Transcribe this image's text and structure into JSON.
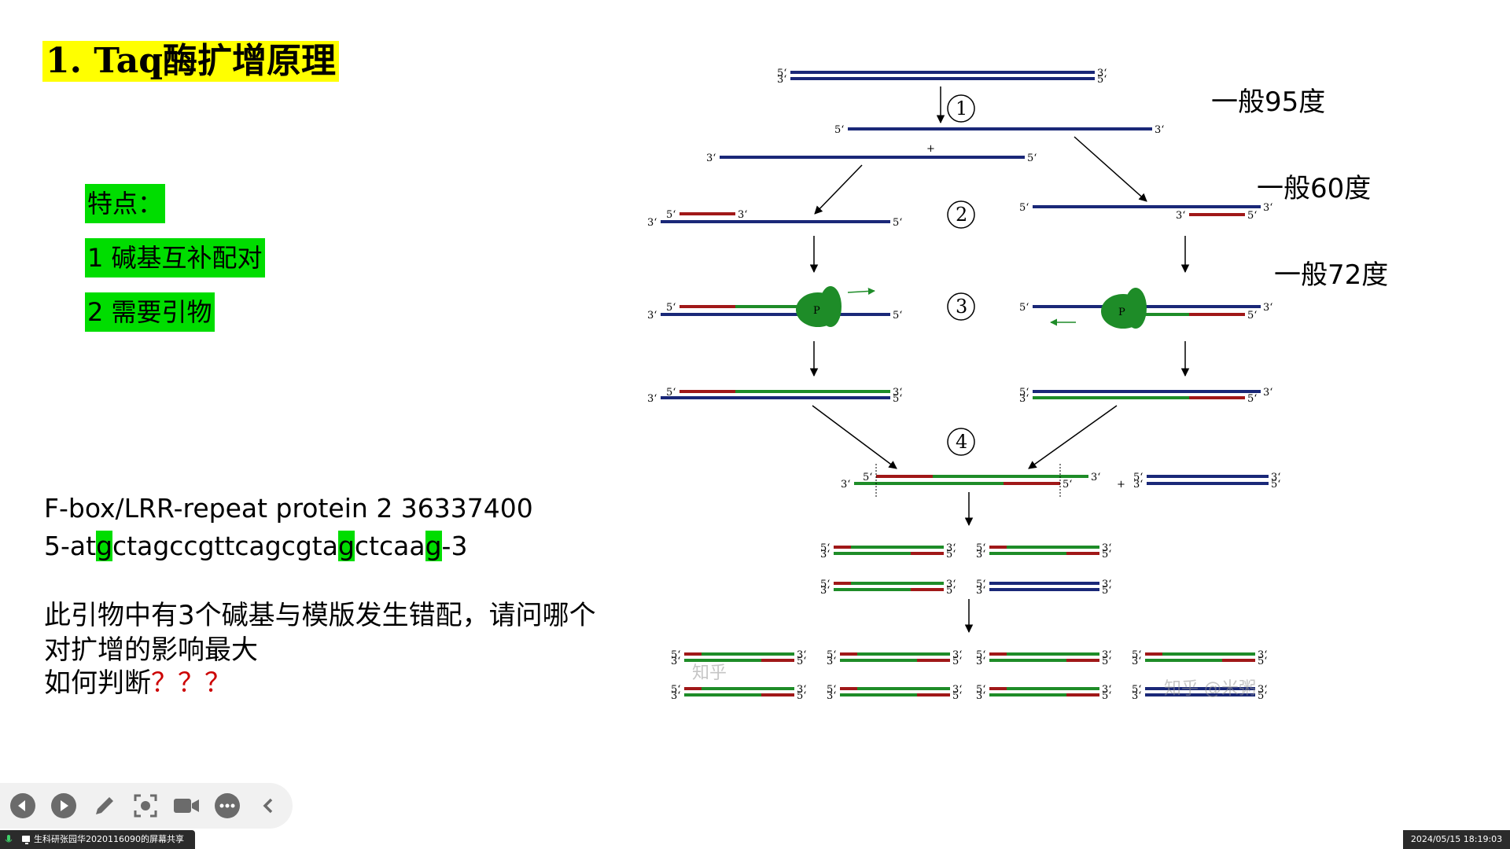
{
  "slide": {
    "title": "1. Taq酶扩增原理",
    "features": {
      "heading": "特点：",
      "item1": "1 碱基互补配对",
      "item2": "2 需要引物"
    },
    "sequence": {
      "line1": "F-box/LRR-repeat protein 2 36337400",
      "seq_parts": [
        "5-at",
        "g",
        "ctagccgttcagcgta",
        "g",
        "ctcaa",
        "g",
        "-3"
      ]
    },
    "question": {
      "line1": "此引物中有3个碱基与模版发生错配，请问哪个",
      "line2": "对扩增的影响最大",
      "line3_text": "如何判断",
      "line3_marks": "？？？"
    },
    "temperatures": {
      "denature": "一般95度",
      "anneal": "一般60度",
      "extend": "一般72度"
    },
    "diagram": {
      "five_prime": "5‘",
      "three_prime": "3‘",
      "steps": [
        "1",
        "2",
        "3",
        "4"
      ],
      "plus": "+",
      "polymerase": "P",
      "colors": {
        "template": "#1a2878",
        "primer": "#a01818",
        "new_strand": "#1e8c28",
        "polymerase": "#1b8e22"
      }
    },
    "watermark": {
      "left": "知乎",
      "right": "知乎 @米粥"
    }
  },
  "toolbar": {
    "buttons": [
      "previous-button",
      "play-button",
      "pen-button",
      "screenshot-button",
      "camera-button",
      "more-button",
      "collapse-button"
    ]
  },
  "statusbar": {
    "share_label": "生科研张园华2020116090的屏幕共享",
    "timestamp": "2024/05/15 18:19:03"
  }
}
